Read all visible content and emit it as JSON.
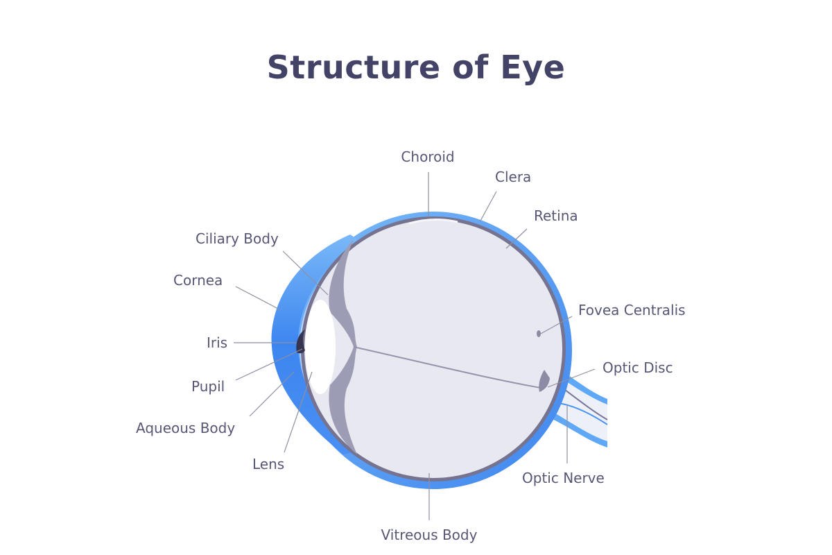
{
  "title": "Structure of Eye",
  "colors": {
    "sclera_outer": "#3f8ff0",
    "sclera_light": "#79b9f8",
    "choroid": "#74728f",
    "vitreous": "#e7e7f0",
    "ciliary": "#9c9bb4",
    "aqueous": "#b5d3fb",
    "iris": "#36364f",
    "text": "#565775"
  },
  "labels": {
    "choroid": "Choroid",
    "clera": "Clera",
    "retina": "Retina",
    "ciliary_body": "Ciliary Body",
    "cornea": "Cornea",
    "fovea_centralis": "Fovea Centralis",
    "iris": "Iris",
    "optic_disc": "Optic Disc",
    "pupil": "Pupil",
    "aqueous_body": "Aqueous Body",
    "lens": "Lens",
    "optic_nerve": "Optic Nerve",
    "vitreous_body": "Vitreous Body"
  }
}
